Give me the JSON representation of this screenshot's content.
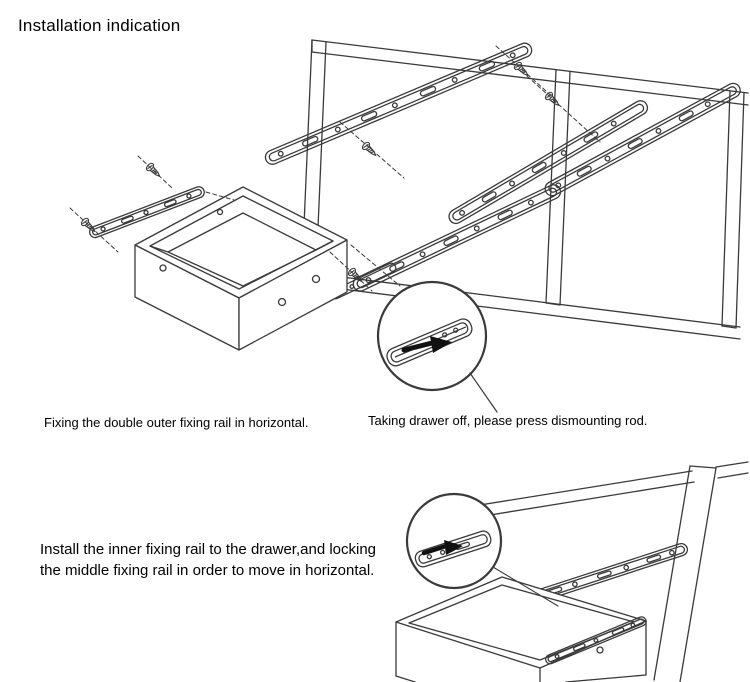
{
  "page": {
    "title": "Installation indication",
    "background_color": "#ffffff",
    "line_color": "#3a3a3a",
    "text_color": "#000000"
  },
  "captions": {
    "step1": "Fixing the double outer fixing rail in horizontal.",
    "step2": "Taking drawer off, please press dismounting rod.",
    "step3": "Install the inner fixing rail to the drawer,and locking the middle fixing rail in order to move in horizontal."
  },
  "diagrams": {
    "top": {
      "parts": [
        "cabinet-frame",
        "outer-fixing-rails",
        "extended-telescopic-rail",
        "drawer-box",
        "inner-fixing-rail-piece",
        "mounting-screws",
        "dismounting-rod-magnifier"
      ]
    },
    "bottom": {
      "parts": [
        "cabinet-frame",
        "middle-fixing-rail",
        "drawer-box",
        "inner-fixing-rail-on-drawer",
        "rail-lock-magnifier"
      ]
    }
  }
}
